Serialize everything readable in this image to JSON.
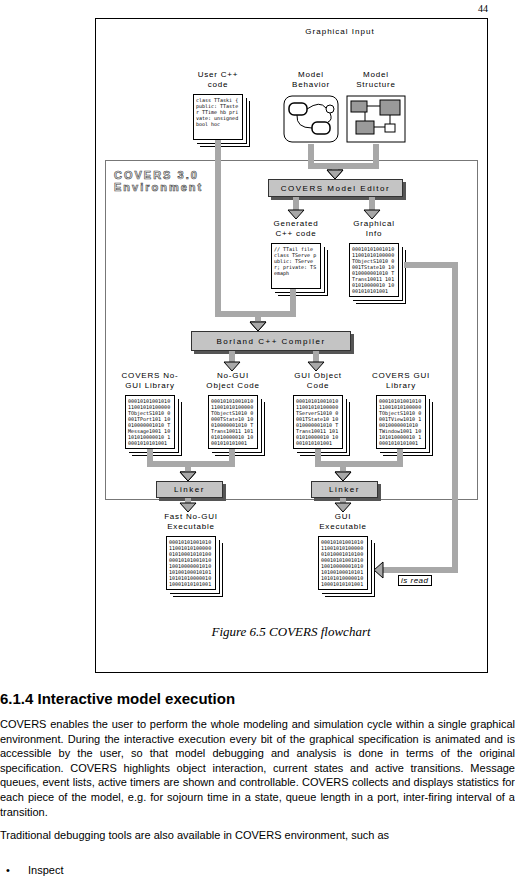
{
  "diagram": {
    "caption": "Figure 6.5 COVERS flowchart",
    "nodes": [
      {
        "text": [
          "User C++ code",
          "class TTaski { public: TTaster TTime hb private: unsigned bool hoc"
        ]
      },
      {
        "text": [
          "Model Behavior"
        ]
      },
      {
        "text": [
          "Model Structure"
        ]
      },
      {
        "text": [
          "COVERS 3.0 Environment"
        ]
      },
      {
        "text": [
          "COVERS Model Editor"
        ],
        "in": 3
      },
      {
        "text": [
          "Generated C++ code",
          "// TTail file class TServe public: TServer; private: TSemaph"
        ],
        "in": 3
      },
      {
        "text": [
          "Graphical Info",
          "00010101001010 11001010100000 TObjectS1010 0001TState10 10010000001010 TTrans10011 10101010000010 10001010101001"
        ],
        "in": 3
      },
      {
        "text": [
          "Borland C++ Compiler"
        ],
        "in": 3
      },
      {
        "text": [
          "COVERS No-GUI Library",
          "00010101001010 11001010100000 TObjectS1010 0001TPort101 10010000001010 TMessage1001 10101010000010 10001010101001"
        ],
        "in": 3
      },
      {
        "text": [
          "No-GUI Object Code",
          "00010101001010 11001010100000 TObjectS1010 0000TState10 10010000001010 TTrans10011 10101010000010 10001010101001"
        ],
        "in": 3
      },
      {
        "text": [
          "GUI Object Code",
          "00010101001010 11001010100000 TServerS1010 0001TState10 10010000001010 TTrans10011 10101010000010 10001010101001"
        ],
        "in": 3
      },
      {
        "text": [
          "COVERS GUI Library",
          "00010101001010 11001010100000 TObjectS1010 0001TView1010 10010000001010 TWindow1001 10101010000010 10001010101001"
        ],
        "in": 3
      },
      {
        "text": [
          "Linker"
        ],
        "in": 3
      },
      {
        "text": [
          "Linker"
        ],
        "in": 3
      },
      {
        "text": [
          "Fast No-GUI Executable",
          "00010101001010 11001010100000 01010001010100 00010101001010 10010000001010 10100100010101 10101010000010 10001010101001"
        ]
      },
      {
        "text": [
          "GUI Executable",
          "00010101001010 11001010100000 01010001010100 00010101001010 10010000001010 10100100010101 10101010000010 10001010101001"
        ]
      }
    ],
    "edges": [
      {
        "from": 1,
        "to": 4,
        "arrow": "to"
      },
      {
        "from": 2,
        "to": 4,
        "arrow": "to"
      },
      {
        "from": 4,
        "to": 5,
        "arrow": "to"
      },
      {
        "from": 4,
        "to": 6,
        "arrow": "to"
      },
      {
        "from": 0,
        "to": 7,
        "arrow": "to"
      },
      {
        "from": 5,
        "to": 7,
        "arrow": "to"
      },
      {
        "from": 7,
        "to": 9,
        "arrow": "to"
      },
      {
        "from": 7,
        "to": 10,
        "arrow": "to"
      },
      {
        "from": 8,
        "to": 12,
        "arrow": "to"
      },
      {
        "from": 9,
        "to": 12,
        "arrow": "to"
      },
      {
        "from": 10,
        "to": 13,
        "arrow": "to"
      },
      {
        "from": 11,
        "to": 13,
        "arrow": "to"
      },
      {
        "from": 12,
        "to": 14,
        "arrow": "to"
      },
      {
        "from": 13,
        "to": 15,
        "arrow": "to"
      },
      {
        "from": 6,
        "to": 15,
        "label": "is read",
        "arrow": "to"
      }
    ],
    "labels": [
      "44",
      "Graphical Input",
      "6.1.4 Interactive model execution",
      "COVERS enables the user to perform the whole modeling and simulation cycle within a single graphical environment. During the interactive execution every bit of the graphical specification is animated and is accessible by the user, so that model debugging and analysis is done in terms of the original specification. COVERS highlights object interaction, current states and active transitions. Message queues, event lists, active timers are shown and controllable. COVERS collects and displays statistics for each piece of the model, e.g. for sojourn time in a state, queue length in a port, inter-firing interval of a transition.",
      "Traditional debugging tools are also available in COVERS environment, such as",
      "•",
      "Inspect"
    ]
  }
}
